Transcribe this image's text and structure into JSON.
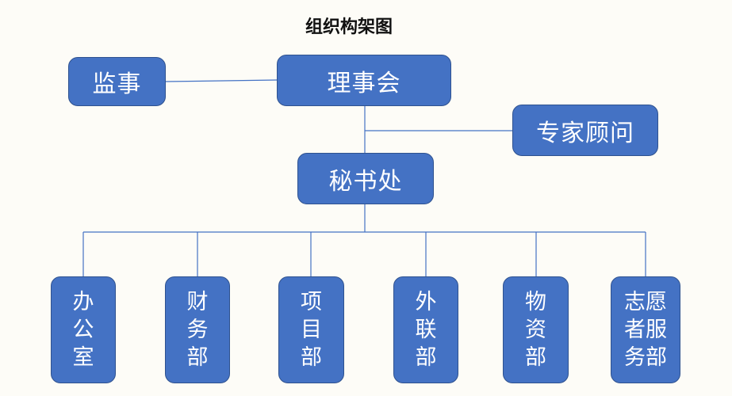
{
  "title": "组织构架图",
  "nodes": {
    "supervisor": "监事",
    "council": "理事会",
    "experts": "专家顾问",
    "secretariat": "秘书处"
  },
  "departments": [
    {
      "line1": "办",
      "line2": "公",
      "line3": "室"
    },
    {
      "line1": "财",
      "line2": "务",
      "line3": "部"
    },
    {
      "line1": "项",
      "line2": "目",
      "line3": "部"
    },
    {
      "line1": "外",
      "line2": "联",
      "line3": "部"
    },
    {
      "line1": "物",
      "line2": "资",
      "line3": "部"
    },
    {
      "line1": "志愿",
      "line2": "者服",
      "line3": "务部"
    }
  ],
  "colors": {
    "box_fill": "#4472c4",
    "box_border": "#2f528f",
    "connector": "#4472c4"
  }
}
